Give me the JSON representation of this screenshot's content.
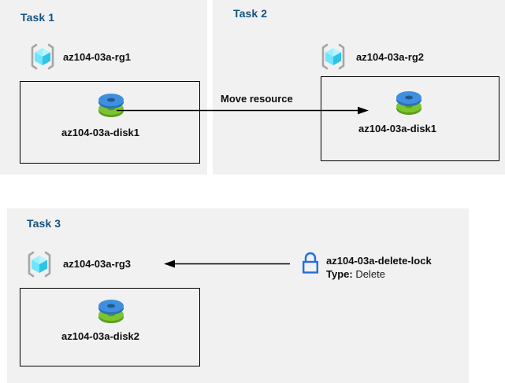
{
  "diagram": {
    "title": "Azure resource group tasks diagram",
    "background_color": "#ffffff",
    "panel_color": "#f1f1f1",
    "task_label_color": "#15537f",
    "lock_icon_color": "#1f6fe0",
    "disk_top_color": "#3f8fdf",
    "disk_bottom_color": "#76bc2d",
    "rg_cube_color": "#5fe0f5"
  },
  "panels": [
    {
      "id": "task1",
      "label": "Task 1"
    },
    {
      "id": "task2",
      "label": "Task 2"
    },
    {
      "id": "task3",
      "label": "Task 3"
    }
  ],
  "task1": {
    "label": "Task 1",
    "resource_group": "az104-03a-rg1",
    "disk": "az104-03a-disk1",
    "rg_icon": "resource-group-icon",
    "disk_icon": "disk-icon"
  },
  "task2": {
    "label": "Task 2",
    "resource_group": "az104-03a-rg2",
    "disk": "az104-03a-disk1",
    "rg_icon": "resource-group-icon",
    "disk_icon": "disk-icon"
  },
  "task3": {
    "label": "Task 3",
    "resource_group": "az104-03a-rg3",
    "disk": "az104-03a-disk2",
    "rg_icon": "resource-group-icon",
    "disk_icon": "disk-icon",
    "lock": {
      "icon": "lock-icon",
      "name": "az104-03a-delete-lock",
      "type_label": "Type:",
      "type_value": "Delete"
    }
  },
  "arrows": [
    {
      "id": "move-resource",
      "label": "Move resource",
      "from": "task1-disk",
      "to": "task2-disk",
      "direction": "right"
    },
    {
      "id": "lock-applies-to",
      "label": "",
      "from": "az104-03a-delete-lock",
      "to": "az104-03a-rg3",
      "direction": "left"
    }
  ]
}
